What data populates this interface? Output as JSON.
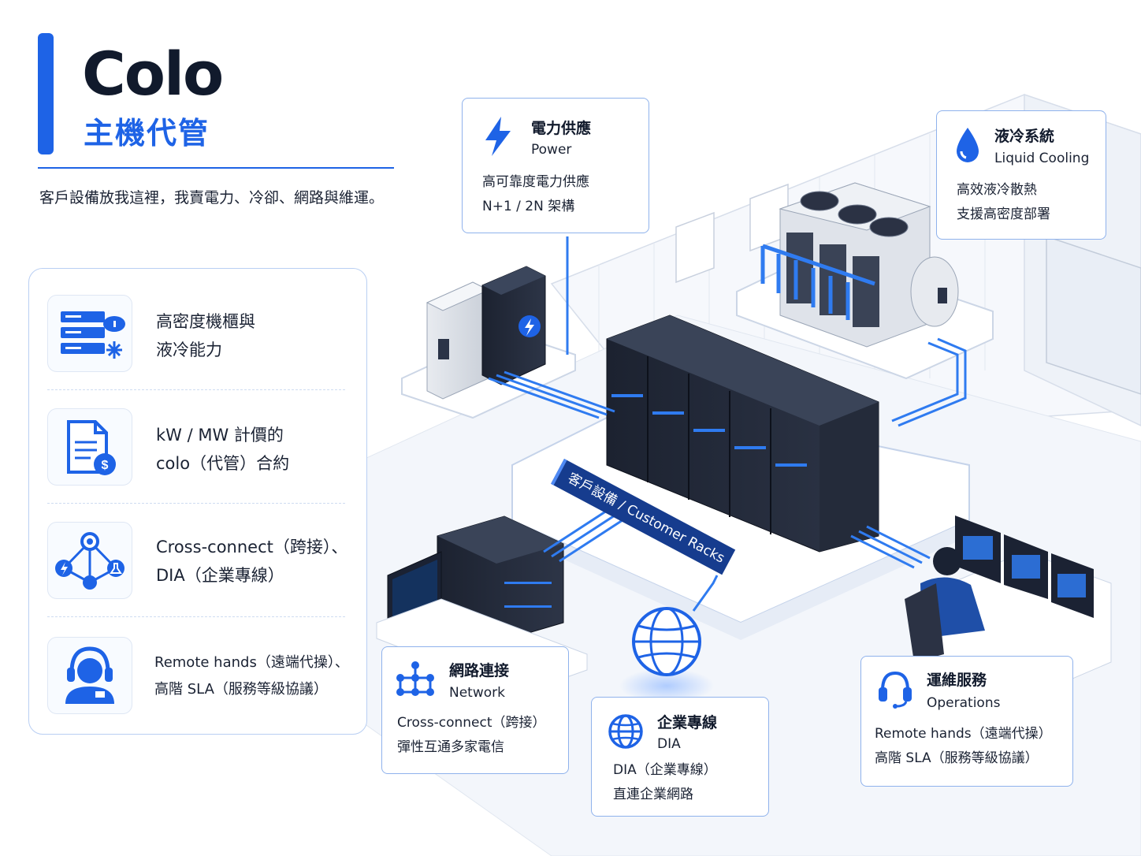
{
  "header": {
    "title": "Colo",
    "subtitle": "主機代管",
    "tagline": "客戶設備放我這裡，我賣電力、冷卻、網路與維運。"
  },
  "features": [
    {
      "icon": "server-snowflake-icon",
      "lines": [
        "高密度機櫃與",
        "液冷能力"
      ]
    },
    {
      "icon": "contract-dollar-icon",
      "lines": [
        "kW / MW 計價的",
        "colo（代管）合約"
      ]
    },
    {
      "icon": "network-nodes-icon",
      "lines": [
        "Cross-connect（跨接）、",
        "DIA（企業專線）"
      ]
    },
    {
      "icon": "support-agent-icon",
      "lines": [
        "Remote hands（遠端代操）、",
        "高階 SLA（服務等級協議）"
      ]
    }
  ],
  "callouts": {
    "power": {
      "title": "電力供應",
      "en": "Power",
      "lines": [
        "高可靠度電力供應",
        "N+1 / 2N 架構"
      ],
      "icon": "lightning-icon"
    },
    "cooling": {
      "title": "液冷系統",
      "en": "Liquid Cooling",
      "lines": [
        "高效液冷散熱",
        "支援高密度部署"
      ],
      "icon": "water-drop-icon"
    },
    "network": {
      "title": "網路連接",
      "en": "Network",
      "lines": [
        "Cross-connect（跨接）",
        "彈性互通多家電信"
      ],
      "icon": "network-grid-icon"
    },
    "dia": {
      "title": "企業專線",
      "en": "DIA",
      "lines": [
        "DIA（企業專線）",
        "直連企業網路"
      ],
      "icon": "globe-icon"
    },
    "ops": {
      "title": "運維服務",
      "en": "Operations",
      "lines": [
        "Remote hands（遠端代操）",
        "高階 SLA（服務等級協議）"
      ],
      "icon": "headset-icon"
    }
  },
  "racks_label": "客戶設備 / Customer Racks",
  "colors": {
    "accent": "#1e63e6",
    "dark": "#111a2c",
    "line": "#2f7bf0",
    "banner": "#163c8e"
  }
}
